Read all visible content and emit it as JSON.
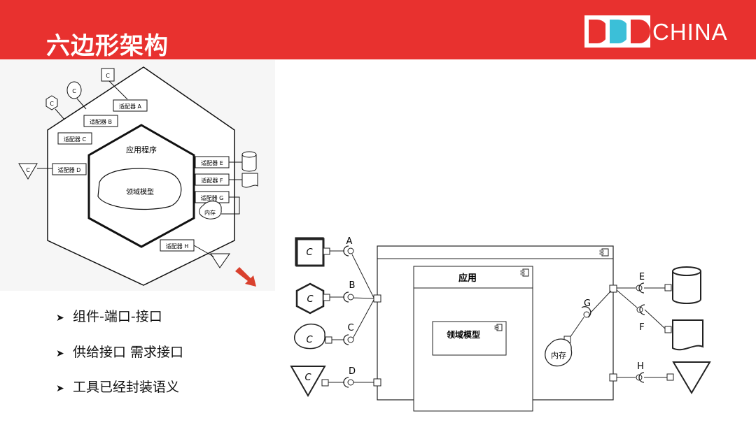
{
  "header": {
    "title": "六边形架构",
    "logo_text": "CHINA"
  },
  "hex_diagram": {
    "adapters": [
      "适配器 A",
      "适配器 B",
      "适配器 C",
      "适配器 D",
      "适配器 E",
      "适配器 F",
      "适配器 G",
      "适配器 H"
    ],
    "app_label": "应用程序",
    "domain_label": "领域模型",
    "memory_label": "内存",
    "client_label": "C"
  },
  "component_diagram": {
    "app_label": "应用",
    "domain_label": "领域模型",
    "memory_label": "内存",
    "client_label": "C",
    "ports": [
      "A",
      "B",
      "C",
      "D",
      "E",
      "F",
      "G",
      "H"
    ]
  },
  "bullets": [
    {
      "text": "组件-端口-接口"
    },
    {
      "text": "供给接口 需求接口"
    },
    {
      "text": "工具已经封装语义"
    }
  ],
  "colors": {
    "accent": "#e8312f",
    "logo_cyan": "#3bbfd8",
    "arrow": "#d9412e"
  }
}
